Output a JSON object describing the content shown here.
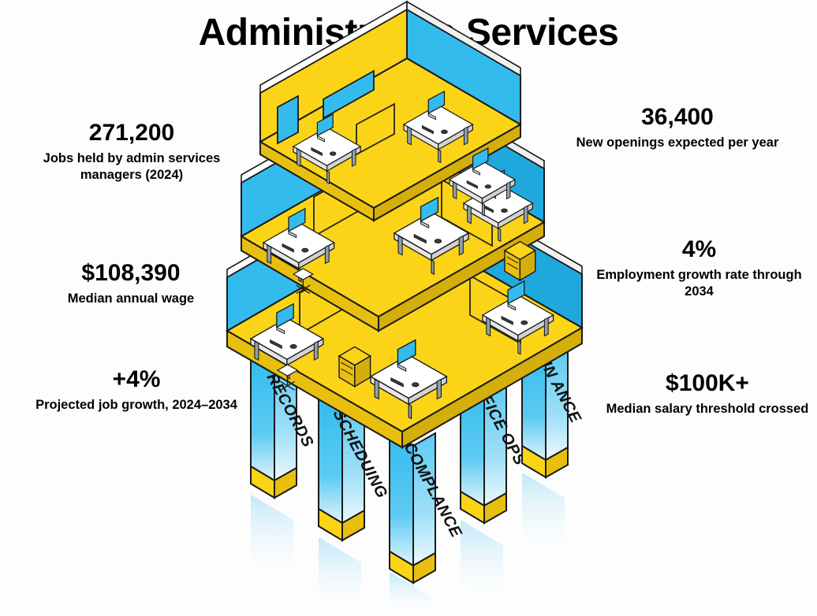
{
  "title": "Administrative Services",
  "colors": {
    "yellow": "#FBD417",
    "cyan": "#33BBEE",
    "cyan_dark": "#1FA8DC",
    "outline": "#1A1A1A",
    "white": "#FFFFFF",
    "background": "#FDFDFD",
    "text": "#000000"
  },
  "stats": {
    "jobs_held": {
      "value": "271,200",
      "label": "Jobs held by admin services managers (2024)"
    },
    "median_wage": {
      "value": "$108,390",
      "label": "Median annual wage"
    },
    "projected_growth": {
      "value": "+4%",
      "label": "Projected job growth, 2024–2034"
    },
    "new_openings": {
      "value": "36,400",
      "label": "New openings expected per year"
    },
    "growth_rate": {
      "value": "4%",
      "label": "Employment growth rate through 2034"
    },
    "salary_threshold": {
      "value": "$100K+",
      "label": "Median salary threshold crossed"
    }
  },
  "pillars": [
    {
      "id": "records",
      "label": "RECORDS"
    },
    {
      "id": "scheduling",
      "label": "SCHEDUING"
    },
    {
      "id": "compliance",
      "label": "COMPLANCE"
    },
    {
      "id": "office-ops",
      "label": "OFICE OPS"
    },
    {
      "id": "finance",
      "label": "FIN ANCE"
    }
  ],
  "illustration": {
    "subject": "isometric cutaway office building",
    "tiers": 3,
    "description": "Three stepped floors of open-plan offices with desks, monitors, chairs and filing cabinets, raised on five labeled columns"
  }
}
